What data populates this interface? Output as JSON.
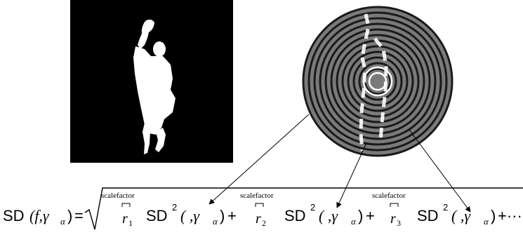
{
  "formula": {
    "lhs_sd": "SD",
    "lhs_args": "(f,γ",
    "lhs_sub": "α",
    "lhs_close": ")",
    "equals": "=",
    "scale_label": "scalefactor",
    "radius_symbol": "r",
    "terms": [
      {
        "radius_index": "1",
        "sd": "SD",
        "power": "2",
        "args": "( ,γ",
        "sub": "α",
        "close": ")",
        "op": "+"
      },
      {
        "radius_index": "2",
        "sd": "SD",
        "power": "2",
        "args": "( ,γ",
        "sub": "α",
        "close": ")",
        "op": "+"
      },
      {
        "radius_index": "3",
        "sd": "SD",
        "power": "2",
        "args": "( ,γ",
        "sub": "α",
        "close": ")",
        "op": "+···"
      }
    ]
  },
  "colors": {
    "silhouette_bg": "#000000",
    "silhouette": "#ffffff",
    "ring_gray": "#7a7a7a",
    "ring_dark": "#1a1a1a",
    "arrow": "#000000"
  }
}
